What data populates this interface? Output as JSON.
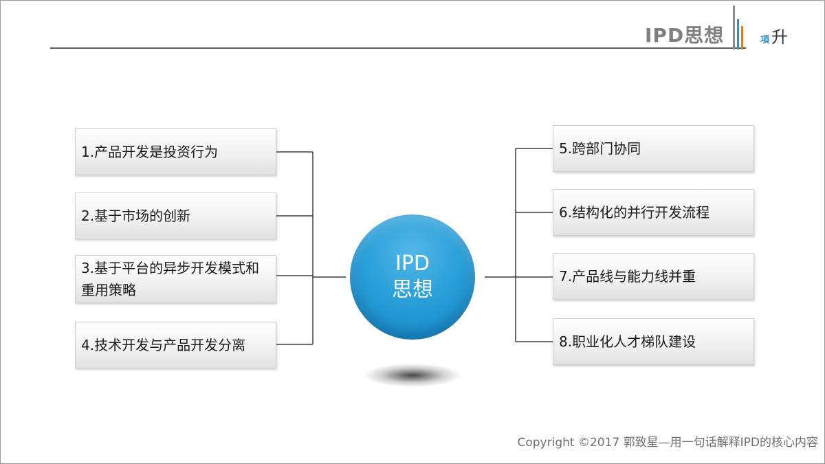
{
  "header": {
    "title": "IPD思想",
    "logo_small": "項",
    "logo_big": "升",
    "logo_colors": [
      "#8a8a8a",
      "#2b8ec6",
      "#e07b1a"
    ]
  },
  "hub": {
    "line1": "IPD",
    "line2": "思想",
    "color": "#2a9fd8"
  },
  "left_items": [
    {
      "label": "1.产品开发是投资行为"
    },
    {
      "label": "2.基于市场的创新"
    },
    {
      "label": "3.基于平台的异步开发模式和重用策略"
    },
    {
      "label": "4.技术开发与产品开发分离"
    }
  ],
  "right_items": [
    {
      "label": "5.跨部门协同"
    },
    {
      "label": "6.结构化的并行开发流程"
    },
    {
      "label": "7.产品线与能力线并重"
    },
    {
      "label": "8.职业化人才梯队建设"
    }
  ],
  "footer": {
    "copyright": "Copyright ©2017 郭致星—用一句话解释IPD的核心内容"
  }
}
